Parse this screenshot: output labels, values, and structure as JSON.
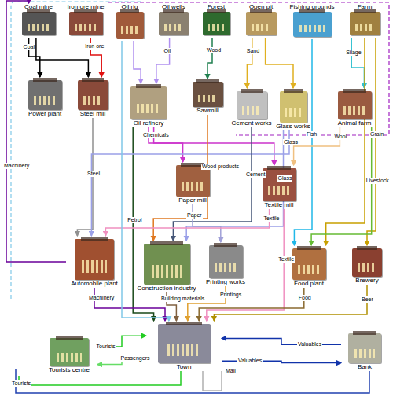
{
  "diagram": {
    "nodes": [
      {
        "text": [
          "Coal mine"
        ]
      },
      {
        "text": [
          "Iron ore mine"
        ]
      },
      {
        "text": [
          "Oil rig"
        ]
      },
      {
        "text": [
          "Oil wells"
        ]
      },
      {
        "text": [
          "Forest"
        ]
      },
      {
        "text": [
          "Open pit"
        ]
      },
      {
        "text": [
          "Fishing grounds"
        ]
      },
      {
        "text": [
          "Farm"
        ]
      },
      {
        "text": [
          "Power plant"
        ]
      },
      {
        "text": [
          "Steel mill"
        ]
      },
      {
        "text": [
          "Oil refinery"
        ]
      },
      {
        "text": [
          "Sawmill"
        ]
      },
      {
        "text": [
          "Cement works"
        ]
      },
      {
        "text": [
          "Glass works"
        ]
      },
      {
        "text": [
          "Animal farm"
        ]
      },
      {
        "text": [
          "Paper mill"
        ]
      },
      {
        "text": [
          "Textile mill"
        ]
      },
      {
        "text": [
          "Automobile plant"
        ]
      },
      {
        "text": [
          "Construction industry"
        ]
      },
      {
        "text": [
          "Printing works"
        ]
      },
      {
        "text": [
          "Food plant"
        ]
      },
      {
        "text": [
          "Brewery"
        ]
      },
      {
        "text": [
          "Tourists centre"
        ]
      },
      {
        "text": [
          "Town"
        ]
      },
      {
        "text": [
          "Bank"
        ]
      }
    ],
    "edges": [
      {
        "from": 0,
        "to": 8,
        "label": "Coal",
        "arrow": "to"
      },
      {
        "from": 0,
        "to": 9,
        "arrow": "to"
      },
      {
        "from": 1,
        "to": 9,
        "label": "Iron ore",
        "arrow": "to"
      },
      {
        "from": 3,
        "to": 10,
        "label": "Oil",
        "arrow": "to"
      },
      {
        "from": 2,
        "to": 10,
        "arrow": "to"
      },
      {
        "from": 4,
        "to": 11,
        "label": "Wood",
        "arrow": "to"
      },
      {
        "from": 5,
        "to": 12,
        "label": "Sand",
        "arrow": "to"
      },
      {
        "from": 5,
        "to": 13,
        "arrow": "to"
      },
      {
        "from": 6,
        "to": 20,
        "label": "Fish",
        "arrow": "to"
      },
      {
        "from": 7,
        "to": 14,
        "label": "Silage",
        "arrow": "to"
      },
      {
        "from": 7,
        "to": 21,
        "label": "Grain",
        "arrow": "to"
      },
      {
        "from": 7,
        "to": 20,
        "arrow": "to"
      },
      {
        "from": 14,
        "to": 16,
        "label": "Wool",
        "arrow": "to"
      },
      {
        "from": 14,
        "to": 20,
        "label": "Livestock",
        "arrow": "to"
      },
      {
        "from": 10,
        "to": 15,
        "label": "Chemicals",
        "arrow": "to"
      },
      {
        "from": 10,
        "to": 16,
        "arrow": "to"
      },
      {
        "from": 10,
        "to": 23,
        "label": "Petrol",
        "arrow": "to"
      },
      {
        "from": 9,
        "to": 17,
        "label": "Steel",
        "arrow": "to"
      },
      {
        "from": 13,
        "to": 17,
        "label": "Glass",
        "arrow": "to"
      },
      {
        "from": 13,
        "to": 18,
        "label": "Glass",
        "arrow": "to"
      },
      {
        "from": 11,
        "to": 18,
        "label": "Wood products",
        "arrow": "to"
      },
      {
        "from": 12,
        "to": 18,
        "label": "Cement",
        "arrow": "to"
      },
      {
        "from": 15,
        "to": 19,
        "label": "Paper",
        "arrow": "to"
      },
      {
        "from": 16,
        "to": 17,
        "label": "Textile",
        "arrow": "to"
      },
      {
        "from": 16,
        "to": 23,
        "label": "Textile",
        "arrow": "to"
      },
      {
        "from": 17,
        "to": 23,
        "label": "Machinery",
        "arrow": "to"
      },
      {
        "from": 18,
        "to": 23,
        "label": "Building materials",
        "arrow": "to"
      },
      {
        "from": 19,
        "to": 23,
        "label": "Printings",
        "arrow": "to"
      },
      {
        "from": 20,
        "to": 23,
        "label": "Food",
        "arrow": "to"
      },
      {
        "from": 21,
        "to": 23,
        "label": "Beer",
        "arrow": "to"
      },
      {
        "from": 17,
        "to": 0,
        "label": "Machinery",
        "arrow": "to"
      },
      {
        "from": 22,
        "to": 23,
        "label": "Tourists",
        "arrow": "to"
      },
      {
        "from": 23,
        "to": 22,
        "label": "Passengers",
        "arrow": "to"
      },
      {
        "from": 24,
        "to": 23,
        "label": "Valuables",
        "arrow": "to"
      },
      {
        "from": 23,
        "to": 24,
        "label": "Valuables",
        "arrow": "to"
      },
      {
        "from": 2,
        "to": 23,
        "arrow": "to"
      }
    ],
    "labels": [
      "Mail",
      "Tourists"
    ]
  }
}
